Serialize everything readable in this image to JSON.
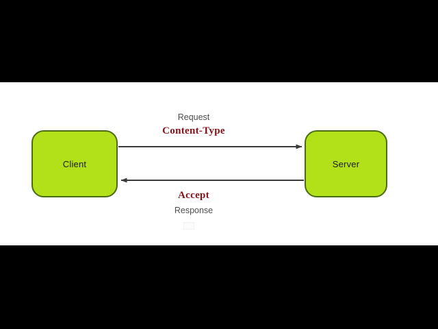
{
  "diagram": {
    "type": "flow-diagram",
    "title": "HTTP Content-Type / Accept header exchange between Client and Server",
    "canvas": {
      "background_color": "#ffffff",
      "letterbox_color": "#000000"
    },
    "nodes": [
      {
        "id": "client",
        "label": "Client",
        "shape": "rounded-rectangle",
        "fill_color": "#b2e019",
        "border_color": "#4a6b13",
        "text_color": "#1a1a1a"
      },
      {
        "id": "server",
        "label": "Server",
        "shape": "rounded-rectangle",
        "fill_color": "#b2e019",
        "border_color": "#4a6b13",
        "text_color": "#1a1a1a"
      }
    ],
    "edges": [
      {
        "id": "request-edge",
        "from": "client",
        "to": "server",
        "direction": "left-to-right",
        "line_color": "#3b3b3b",
        "labels": {
          "caption": "Request",
          "caption_color": "#4d4d4d",
          "header": "Content-Type",
          "header_color": "#8b0f16"
        }
      },
      {
        "id": "response-edge",
        "from": "server",
        "to": "client",
        "direction": "right-to-left",
        "line_color": "#3b3b3b",
        "labels": {
          "caption": "Response",
          "caption_color": "#4d4d4d",
          "header": "Accept",
          "header_color": "#8b0f16"
        }
      }
    ]
  }
}
